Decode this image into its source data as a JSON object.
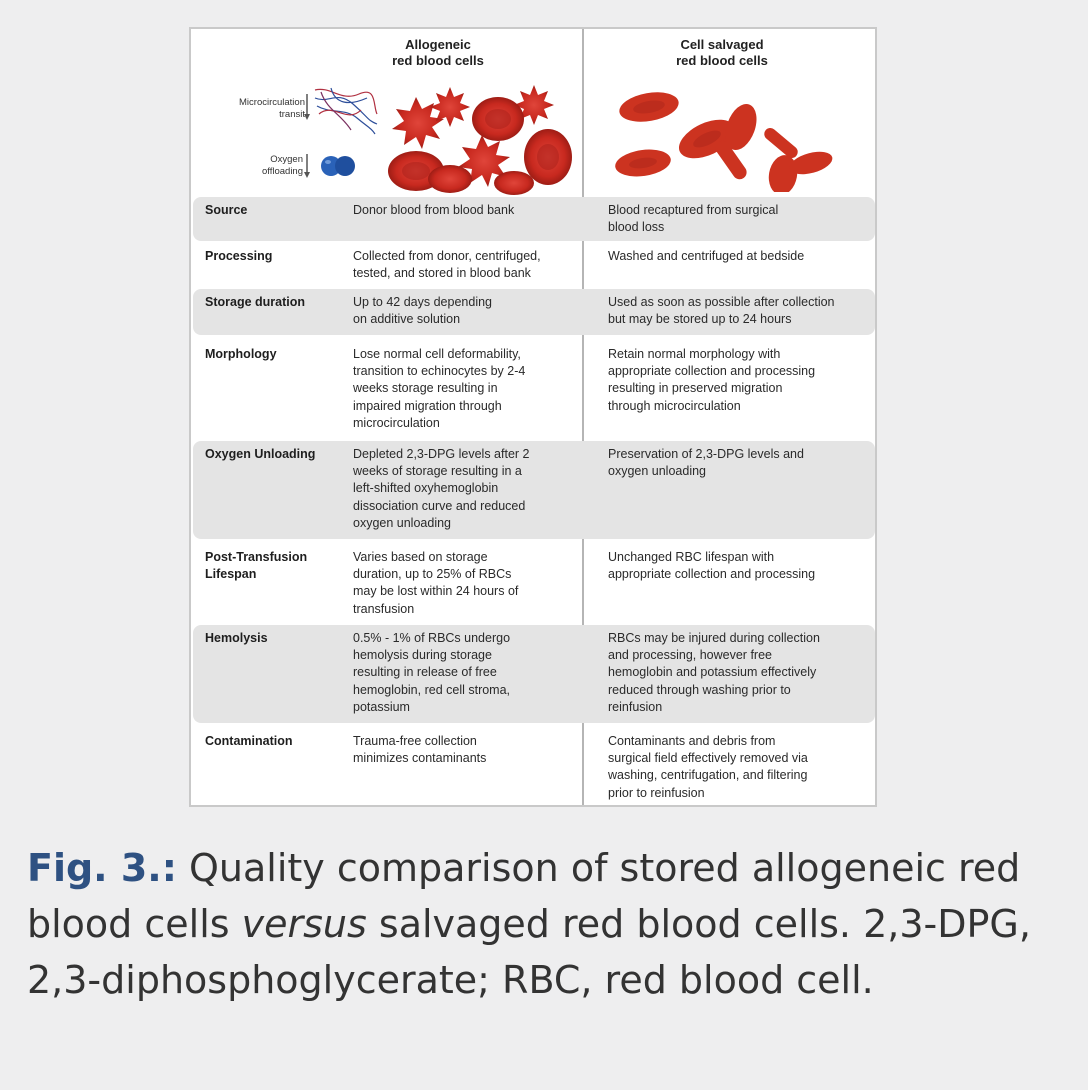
{
  "header": {
    "allogeneic_title": "Allogeneic\nred blood cells",
    "salvaged_title": "Cell salvaged\nred blood cells"
  },
  "legend": {
    "microcirculation": "Microcirculation\ntransit",
    "oxygen": "Oxygen\noffloading"
  },
  "rows": [
    {
      "label": "Source",
      "allogeneic": "Donor blood from blood bank",
      "salvaged": "Blood recaptured from surgical\nblood loss"
    },
    {
      "label": "Processing",
      "allogeneic": "Collected from donor, centrifuged,\ntested, and stored in blood bank",
      "salvaged": "Washed and centrifuged at bedside"
    },
    {
      "label": "Storage duration",
      "allogeneic": "Up to 42 days depending\non additive solution",
      "salvaged": "Used as soon as possible after collection\nbut may be stored up to 24 hours"
    },
    {
      "label": "Morphology",
      "allogeneic": "Lose normal cell deformability,\ntransition to echinocytes by 2-4\nweeks storage resulting in\nimpaired migration through\nmicrocirculation",
      "salvaged": "Retain normal morphology with\nappropriate collection and processing\nresulting in preserved migration\nthrough microcirculation"
    },
    {
      "label": "Oxygen Unloading",
      "allogeneic": "Depleted 2,3-DPG levels after 2\nweeks of storage resulting in a\nleft-shifted oxyhemoglobin\ndissociation curve and reduced\noxygen unloading",
      "salvaged": "Preservation of 2,3-DPG levels and\noxygen unloading"
    },
    {
      "label": "Post-Transfusion\nLifespan",
      "allogeneic": "Varies based on storage\nduration, up to 25% of RBCs\nmay be lost within 24 hours of\ntransfusion",
      "salvaged": "Unchanged RBC lifespan with\nappropriate collection and processing"
    },
    {
      "label": "Hemolysis",
      "allogeneic": "0.5% - 1% of RBCs undergo\nhemolysis during storage\nresulting in release of free\nhemoglobin, red cell stroma,\npotassium",
      "salvaged": "RBCs may be injured during collection\nand processing, however free\nhemoglobin and potassium effectively\nreduced through washing prior to\nreinfusion"
    },
    {
      "label": "Contamination",
      "allogeneic": "Trauma-free collection\nminimizes contaminants",
      "salvaged": "Contaminants and debris from\nsurgical field effectively removed via\nwashing, centrifugation, and filtering\nprior to reinfusion"
    }
  ],
  "caption": {
    "fig_label": "Fig. 3.:",
    "text_1": " Quality comparison of stored allogeneic red blood cells ",
    "text_italic": "versus",
    "text_2": " salvaged red blood cells. 2,3-DPG, 2,3-diphosphoglycerate; RBC, red blood cell."
  },
  "colors": {
    "rbc_red": "#c8291f",
    "rbc_dark": "#9e1d15",
    "oxygen_blue": "#2a62b8",
    "row_shade": "#e4e4e4",
    "fig_label": "#2e5182"
  }
}
